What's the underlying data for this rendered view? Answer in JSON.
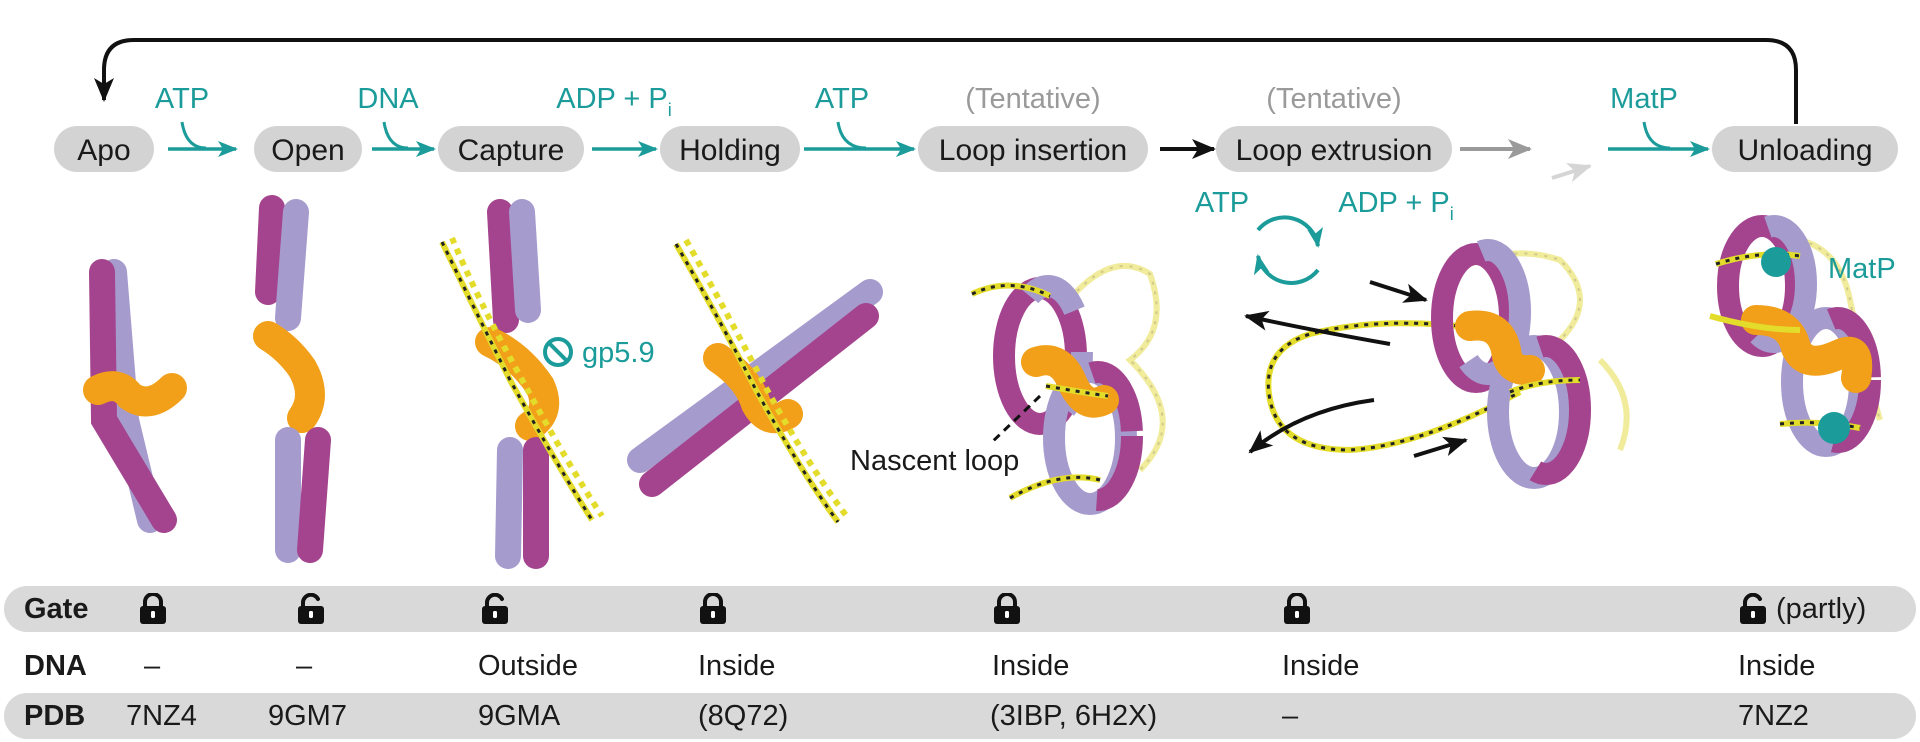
{
  "states": [
    {
      "id": "apo",
      "label": "Apo"
    },
    {
      "id": "open",
      "label": "Open"
    },
    {
      "id": "capture",
      "label": "Capture"
    },
    {
      "id": "holding",
      "label": "Holding"
    },
    {
      "id": "loop_insertion",
      "label": "Loop insertion"
    },
    {
      "id": "loop_extrusion",
      "label": "Loop extrusion"
    },
    {
      "id": "unloading",
      "label": "Unloading"
    }
  ],
  "transitions": {
    "apo_open": "ATP",
    "open_capture": "DNA",
    "capture_holding": "ADP + P",
    "capture_holding_sub": "i",
    "holding_insertion": "ATP",
    "to_unloading": "MatP",
    "tentative_insertion": "(Tentative)",
    "tentative_extrusion": "(Tentative)",
    "cycle_atp": "ATP",
    "cycle_adp": "ADP + P",
    "cycle_adp_sub": "i"
  },
  "annotations": {
    "inhibitor": "gp5.9",
    "nascent_loop": "Nascent loop",
    "matp_label": "MatP"
  },
  "colors": {
    "teal": "#1b9c9a",
    "arm_dark": "#a4448e",
    "arm_light": "#a69bcd",
    "hinge": "#f2a019",
    "dna": "#e3dc2a",
    "pill": "#d3d3d3"
  },
  "table": {
    "gate": {
      "header": "Gate",
      "cells": [
        {
          "icon": "locked-icon",
          "text": ""
        },
        {
          "icon": "unlocked-icon",
          "text": ""
        },
        {
          "icon": "unlocked-icon",
          "text": ""
        },
        {
          "icon": "locked-icon",
          "text": ""
        },
        {
          "icon": "locked-icon",
          "text": ""
        },
        {
          "icon": "locked-icon",
          "text": ""
        },
        {
          "icon": "unlocked-icon",
          "text": "(partly)"
        }
      ]
    },
    "dna": {
      "header": "DNA",
      "cells": [
        "–",
        "–",
        "Outside",
        "Inside",
        "Inside",
        "Inside",
        "Inside"
      ]
    },
    "pdb": {
      "header": "PDB",
      "cells": [
        "7NZ4",
        "9GM7",
        "9GMA",
        "(8Q72)",
        "(3IBP, 6H2X)",
        "–",
        "7NZ2"
      ]
    }
  }
}
